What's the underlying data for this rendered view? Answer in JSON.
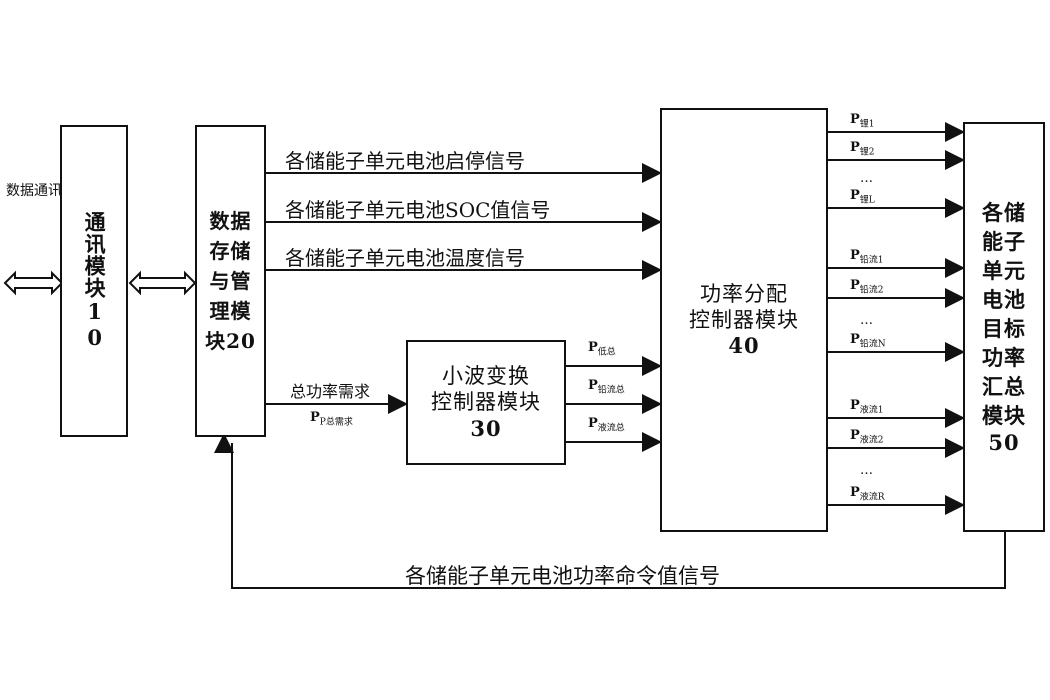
{
  "modules": {
    "comm": "通讯模块10",
    "data": "数据存储与管理模块20",
    "wavelet_title": "小波变换",
    "wavelet_sub": "控制器模块",
    "wavelet_num": "30",
    "power_title": "功率分配",
    "power_sub": "控制器模块",
    "power_num": "40",
    "summary_text": "各储能子单元电池目标功率汇总模块",
    "summary_num": "50"
  },
  "left_label": "数据通讯网络",
  "signals": {
    "start_stop": "各储能子单元电池启停信号",
    "soc": "各储能子单元电池SOC值信号",
    "temp": "各储能子单元电池温度信号",
    "total_demand": "总功率需求",
    "p_total_demand": "P总需求",
    "feedback": "各储能子单元电池功率命令值信号"
  },
  "wavelet_outputs": [
    {
      "p": "P",
      "sub": "低总"
    },
    {
      "p": "P",
      "sub": "铅流总"
    },
    {
      "p": "P",
      "sub": "液流总"
    }
  ],
  "right_outputs": [
    {
      "p": "P",
      "sub": "锂1"
    },
    {
      "p": "P",
      "sub": "锂2"
    },
    {
      "dots": "…"
    },
    {
      "p": "P",
      "sub": "锂L"
    },
    {
      "p": "P",
      "sub": "铅流1"
    },
    {
      "p": "P",
      "sub": "铅流2"
    },
    {
      "dots": "…"
    },
    {
      "p": "P",
      "sub": "铅流N"
    },
    {
      "p": "P",
      "sub": "液流1"
    },
    {
      "p": "P",
      "sub": "液流2"
    },
    {
      "dots": "…"
    },
    {
      "p": "P",
      "sub": "液流R"
    }
  ]
}
